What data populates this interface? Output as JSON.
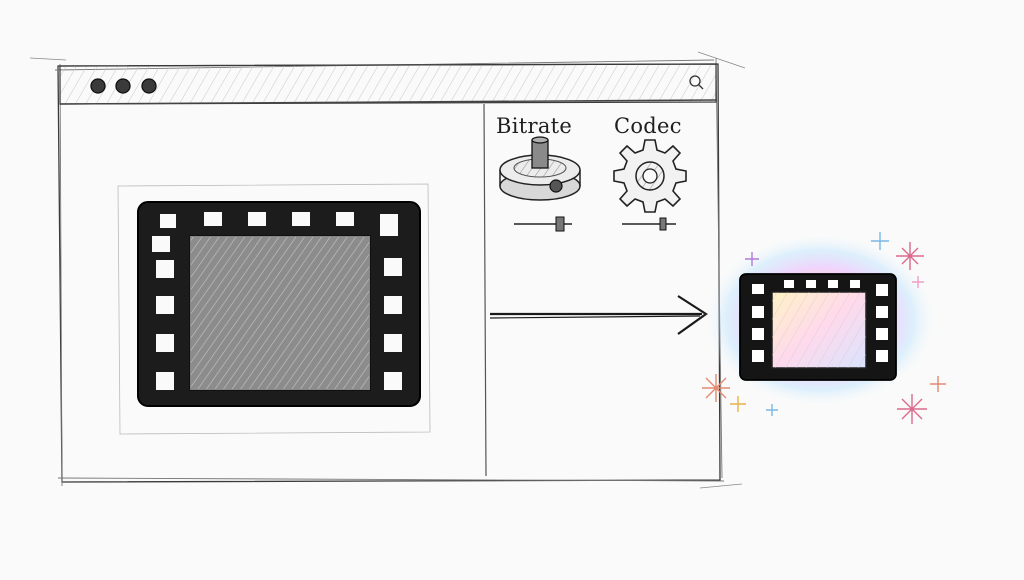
{
  "controls": {
    "bitrate_label": "Bitrate",
    "codec_label": "Codec"
  },
  "icons": {
    "window_buttons": [
      "window-close-dot",
      "window-minimize-dot",
      "window-maximize-dot"
    ],
    "search": "search-icon",
    "input_video": "film-strip-icon",
    "bitrate": "knob-icon",
    "codec": "gear-icon",
    "arrow": "arrow-right-icon",
    "output_video": "glowing-film-strip-icon"
  },
  "colors": {
    "ink": "#1a1a1a",
    "paper": "#fafafa",
    "glow": [
      "#ff6ec7",
      "#ffd166",
      "#7ad3ff",
      "#b28dff"
    ]
  }
}
